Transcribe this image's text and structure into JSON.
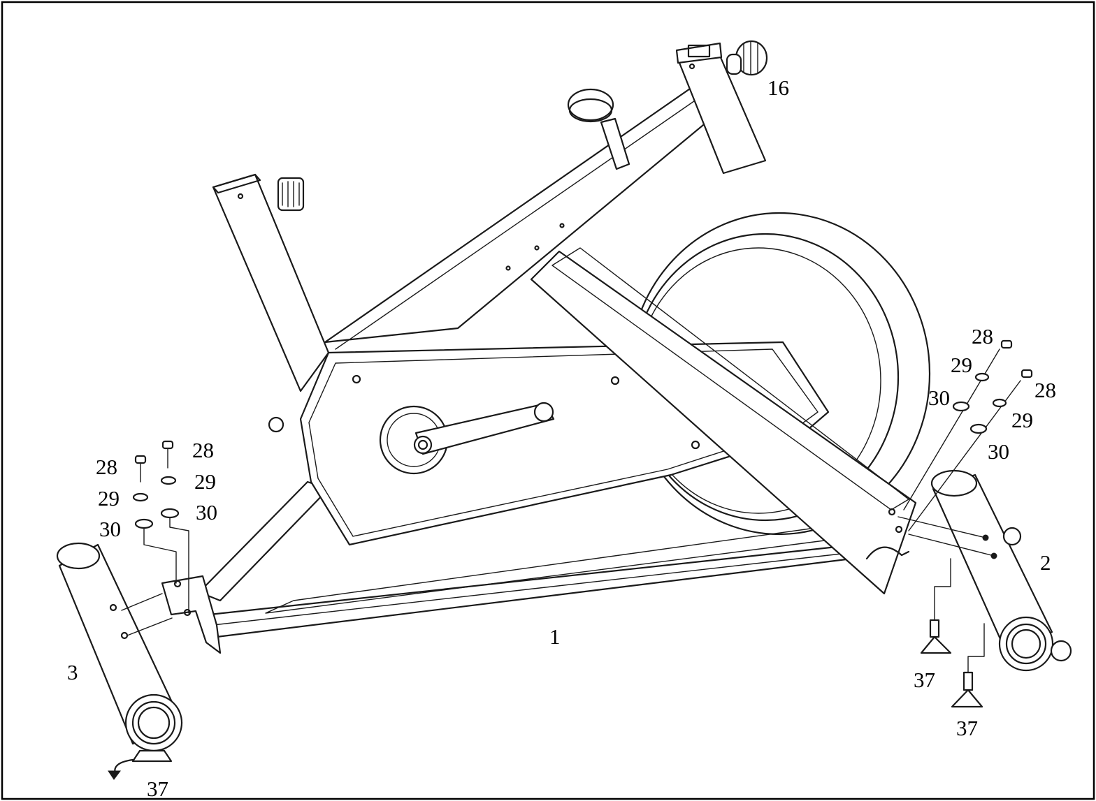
{
  "labels": {
    "frame": "1",
    "front_stabilizer": "2",
    "rear_stabilizer": "3",
    "knob": "16",
    "bolt": "28",
    "spring_washer": "29",
    "curved_washer": "30",
    "leveler": "37"
  },
  "colors": {
    "line": "#1a1a1a",
    "background": "#ffffff",
    "border": "#000000"
  }
}
